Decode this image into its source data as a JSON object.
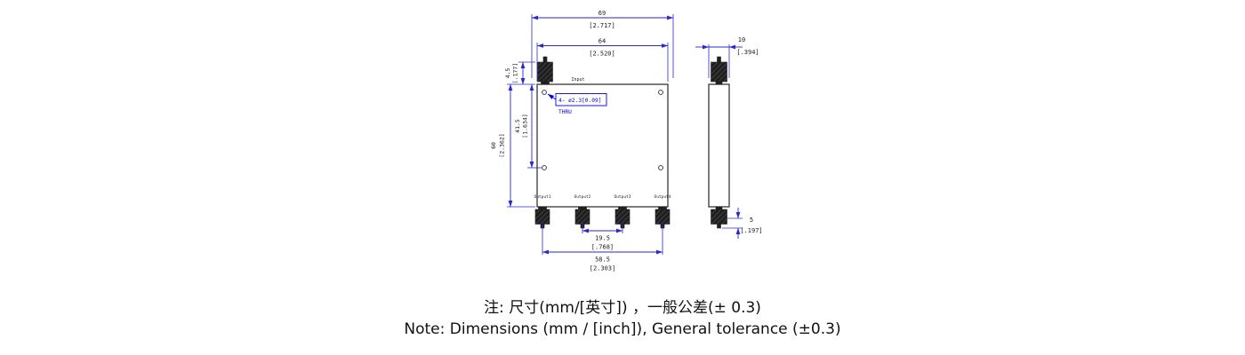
{
  "front_view": {
    "input_label": "Input",
    "output_labels": [
      "Output1",
      "Output2",
      "Output3",
      "Output4"
    ],
    "dim_overall_width": {
      "mm": "69",
      "inch": "[2.717]"
    },
    "dim_body_width": {
      "mm": "64",
      "inch": "[2.520]"
    },
    "dim_connector_height": {
      "mm": "4.5",
      "inch": "[.177]"
    },
    "dim_body_height": {
      "mm": "60",
      "inch": "[2.362]"
    },
    "dim_hole_offset": {
      "mm": "41.5",
      "inch": "[1.634]"
    },
    "hole_callout": {
      "line1": "4- ø2.3[0.09]",
      "line2": "THRU"
    },
    "dim_output_pitch": {
      "mm": "19.5",
      "inch": "[.768]"
    },
    "dim_output_span": {
      "mm": "58.5",
      "inch": "[2.303]"
    }
  },
  "side_view": {
    "dim_width": {
      "mm": "10",
      "inch": "[.394]"
    },
    "dim_connector": {
      "mm": "5",
      "inch": "[.197]"
    }
  },
  "notes": {
    "line1": "注: 尺寸(mm/[英寸]) ，一般公差(± 0.3)",
    "line2": "Note: Dimensions (mm / [inch]), General tolerance (±0.3)"
  },
  "colors": {
    "dimension_line": "#2a2acc",
    "callout_blue": "#0000dd",
    "outline": "#262626",
    "text": "#1a1a1a"
  }
}
